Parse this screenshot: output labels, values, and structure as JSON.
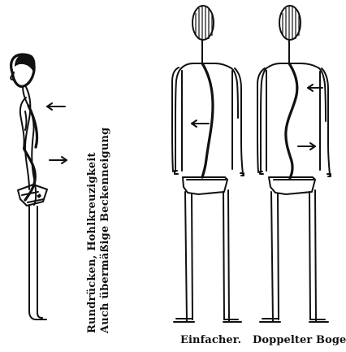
{
  "captions": {
    "side_view_line1": "Rundrücken, Hohlkreuzigkeit",
    "side_view_line2": "Auch übermäßige Beckenneigung",
    "single_curve": "Einfacher.",
    "double_curve": "Doppelter Bogen"
  },
  "colors": {
    "ink": "#111111",
    "paper": "#ffffff"
  }
}
